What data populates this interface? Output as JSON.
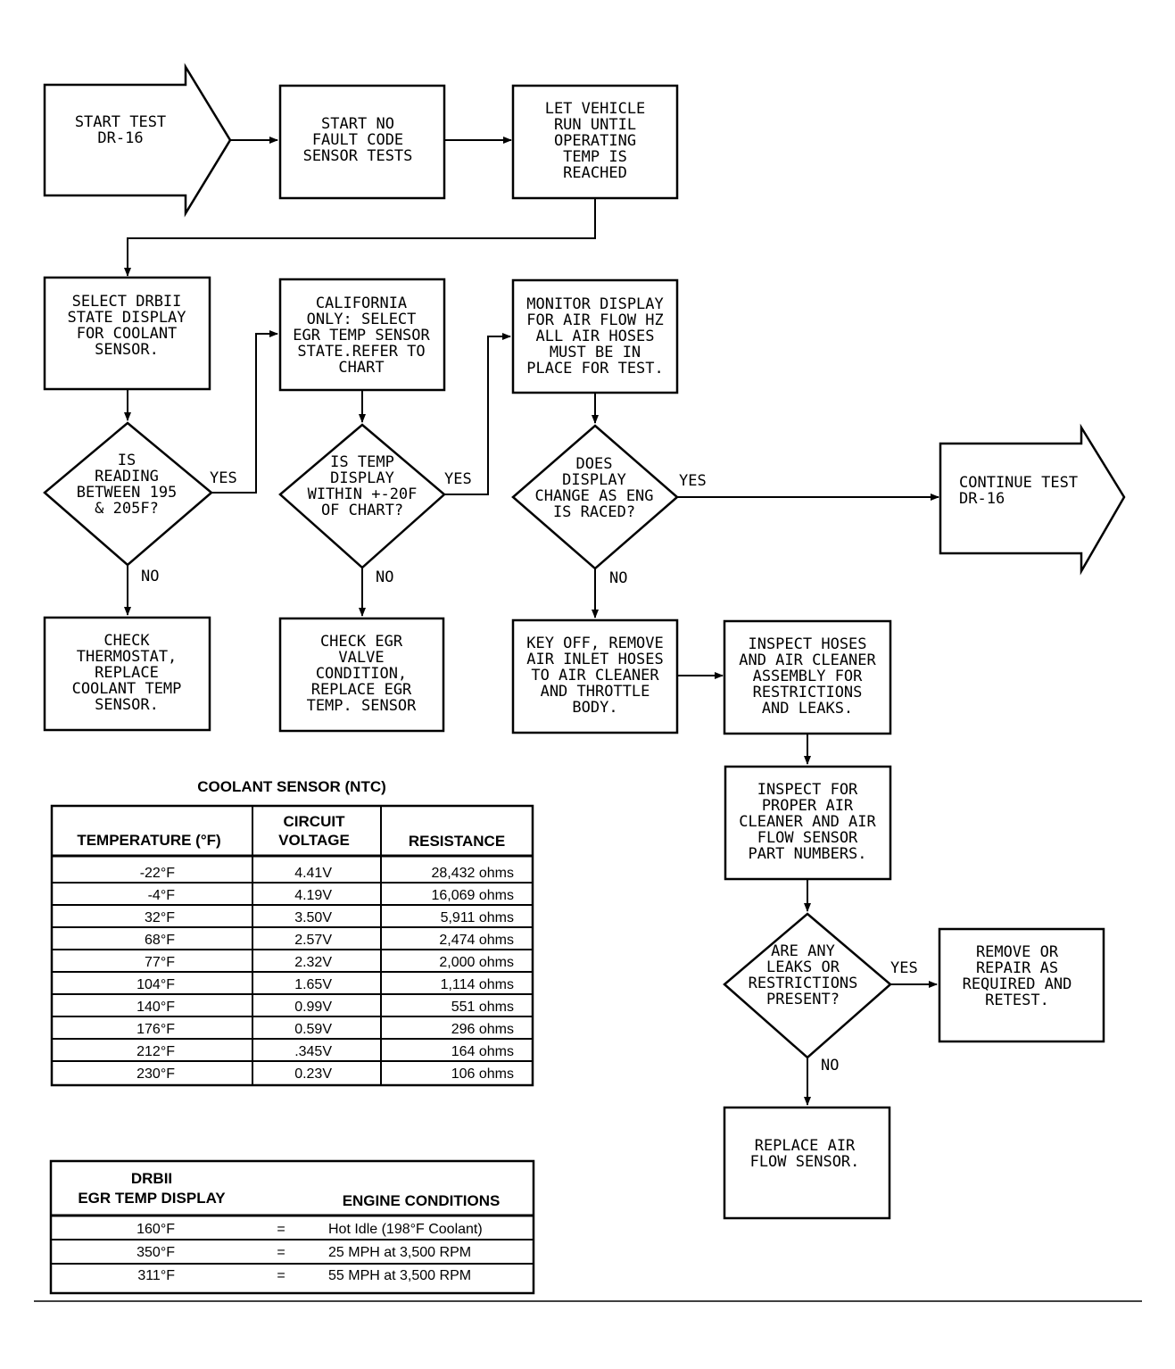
{
  "nodes": {
    "start_test": "START TEST\nDR-16",
    "start_no_fault": "START NO\nFAULT CODE\nSENSOR TESTS",
    "let_vehicle_run": "LET VEHICLE\nRUN UNTIL\nOPERATING\nTEMP IS\nREACHED",
    "select_drbii": "SELECT DRBII\nSTATE DISPLAY\nFOR COOLANT\nSENSOR.",
    "california_only": "CALIFORNIA\nONLY: SELECT\nEGR TEMP SENSOR\nSTATE.REFER TO\nCHART",
    "monitor_display": "MONITOR DISPLAY\nFOR AIR FLOW HZ\nALL AIR HOSES\nMUST BE IN\nPLACE FOR TEST.",
    "q_reading": "IS\nREADING\nBETWEEN 195\n& 205F?",
    "q_temp_display": "IS TEMP\nDISPLAY\nWITHIN +-20F\nOF CHART?",
    "q_display_change": "DOES\nDISPLAY\nCHANGE AS ENG\nIS RACED?",
    "continue_test": "CONTINUE TEST\nDR-16",
    "check_thermostat": "CHECK\nTHERMOSTAT,\nREPLACE\nCOOLANT TEMP\nSENSOR.",
    "check_egr": "CHECK EGR\nVALVE\nCONDITION,\nREPLACE EGR\nTEMP. SENSOR",
    "key_off": "KEY OFF, REMOVE\nAIR INLET HOSES\nTO AIR CLEANER\nAND THROTTLE\nBODY.",
    "inspect_hoses": "INSPECT HOSES\nAND AIR CLEANER\nASSEMBLY FOR\nRESTRICTIONS\nAND LEAKS.",
    "inspect_proper": "INSPECT FOR\nPROPER AIR\nCLEANER AND AIR\nFLOW SENSOR\nPART NUMBERS.",
    "q_leaks": "ARE ANY\nLEAKS OR\nRESTRICTIONS\nPRESENT?",
    "remove_repair": "REMOVE OR\nREPAIR AS\nREQUIRED AND\nRETEST.",
    "replace_sensor": "REPLACE AIR\nFLOW SENSOR."
  },
  "edge_labels": {
    "yes1": "YES",
    "no1": "NO",
    "yes2": "YES",
    "no2": "NO",
    "yes3": "YES",
    "no3": "NO",
    "yes4": "YES",
    "no4": "NO"
  },
  "coolant_table": {
    "title": "COOLANT SENSOR (NTC)",
    "headers": [
      "TEMPERATURE (°F)",
      "CIRCUIT\nVOLTAGE",
      "RESISTANCE"
    ],
    "rows": [
      [
        "-22°F",
        "4.41V",
        "28,432 ohms"
      ],
      [
        "-4°F",
        "4.19V",
        "16,069 ohms"
      ],
      [
        "32°F",
        "3.50V",
        "5,911 ohms"
      ],
      [
        "68°F",
        "2.57V",
        "2,474 ohms"
      ],
      [
        "77°F",
        "2.32V",
        "2,000 ohms"
      ],
      [
        "104°F",
        "1.65V",
        "1,114 ohms"
      ],
      [
        "140°F",
        "0.99V",
        "551 ohms"
      ],
      [
        "176°F",
        "0.59V",
        "296 ohms"
      ],
      [
        "212°F",
        ".345V",
        "164 ohms"
      ],
      [
        "230°F",
        "0.23V",
        "106 ohms"
      ]
    ]
  },
  "egr_table": {
    "header_left": "DRBII\nEGR TEMP DISPLAY",
    "header_right": "ENGINE CONDITIONS",
    "rows": [
      [
        "160°F",
        "=",
        "Hot Idle (198°F Coolant)"
      ],
      [
        "350°F",
        "=",
        "25 MPH at 3,500 RPM"
      ],
      [
        "311°F",
        "=",
        "55 MPH at 3,500 RPM"
      ]
    ]
  }
}
